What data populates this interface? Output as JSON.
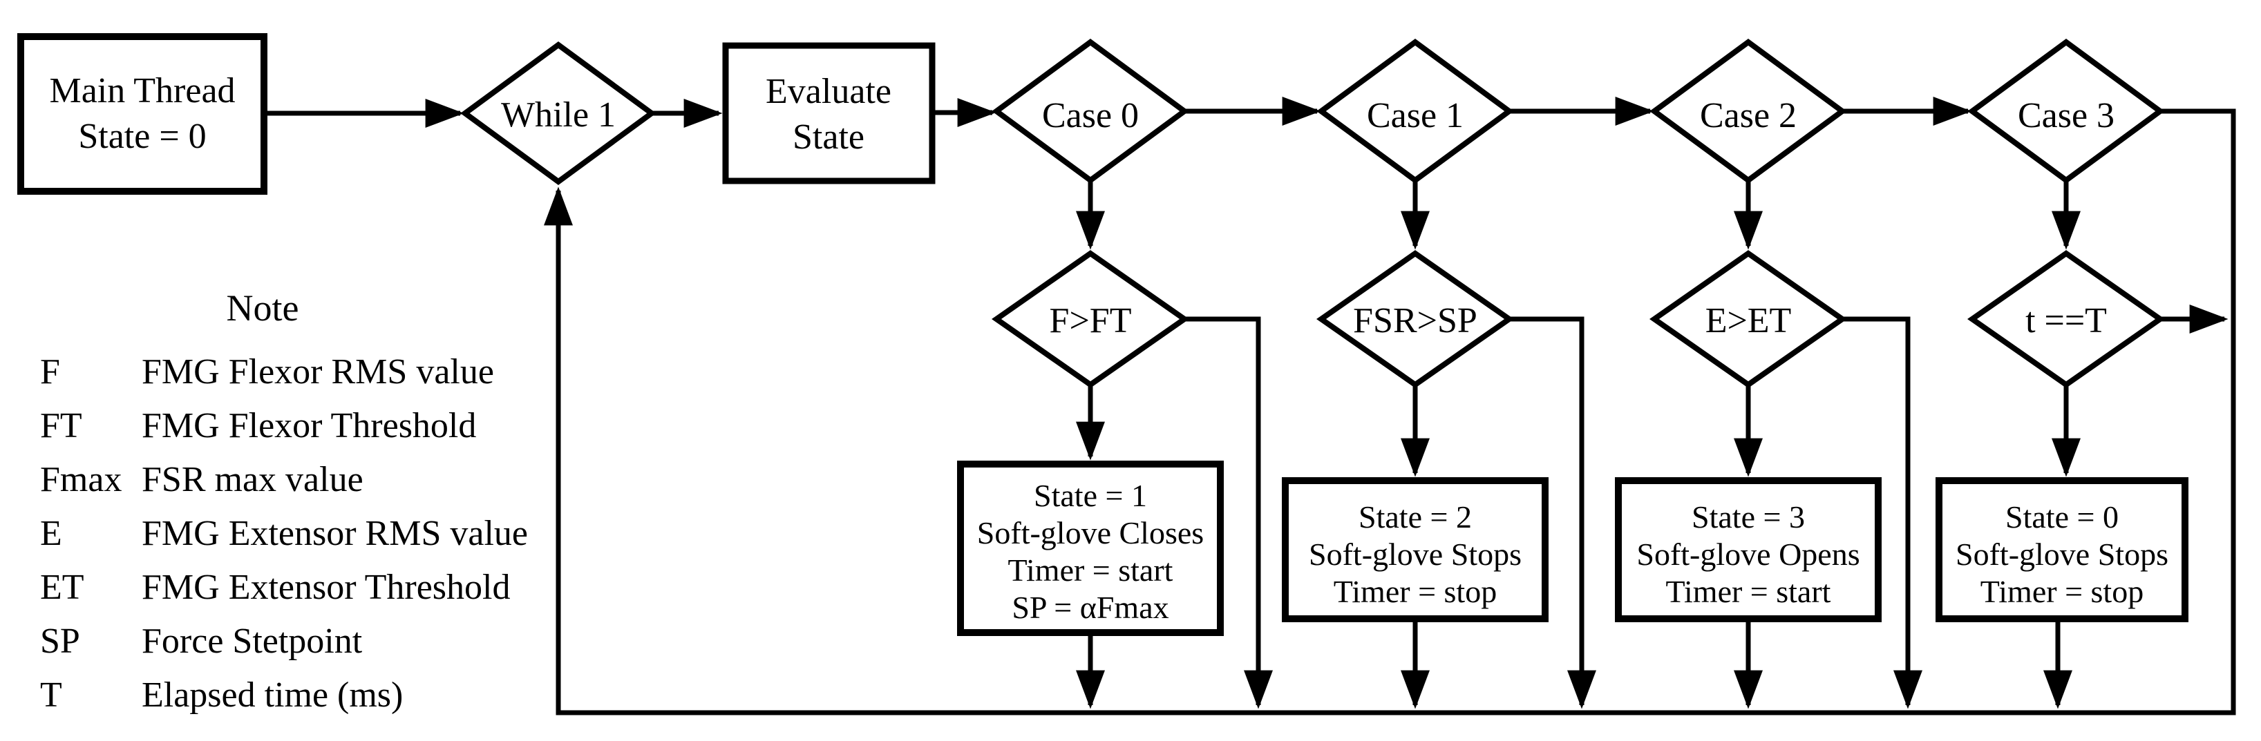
{
  "diagram": {
    "type": "flowchart",
    "colors": {
      "line": "#000000",
      "background": "#ffffff",
      "text": "#000000"
    },
    "nodes": {
      "main_thread": {
        "line1": "Main Thread",
        "line2": "State = 0"
      },
      "while_loop": {
        "label": "While 1"
      },
      "evaluate_state": {
        "line1": "Evaluate",
        "line2": "State"
      },
      "case_0": {
        "label": "Case 0"
      },
      "case_1": {
        "label": "Case 1"
      },
      "case_2": {
        "label": "Case 2"
      },
      "case_3": {
        "label": "Case 3"
      },
      "cond_0": {
        "label": "F>FT"
      },
      "cond_1": {
        "label": "FSR>SP"
      },
      "cond_2": {
        "label": "E>ET"
      },
      "cond_3": {
        "label": "t ==T"
      },
      "action_0": {
        "line1": "State = 1",
        "line2": "Soft-glove Closes",
        "line3": "Timer = start",
        "line4": "SP = αFmax"
      },
      "action_1": {
        "line1": "State = 2",
        "line2": "Soft-glove Stops",
        "line3": "Timer = stop"
      },
      "action_2": {
        "line1": "State = 3",
        "line2": "Soft-glove Opens",
        "line3": "Timer = start"
      },
      "action_3": {
        "line1": "State = 0",
        "line2": "Soft-glove Stops",
        "line3": "Timer = stop"
      }
    },
    "note": {
      "title": "Note",
      "entries": [
        {
          "symbol": "F",
          "description": "FMG Flexor RMS value"
        },
        {
          "symbol": "FT",
          "description": "FMG Flexor Threshold"
        },
        {
          "symbol": "Fmax",
          "description": "FSR max value"
        },
        {
          "symbol": "E",
          "description": "FMG Extensor RMS value"
        },
        {
          "symbol": "ET",
          "description": "FMG Extensor Threshold"
        },
        {
          "symbol": "SP",
          "description": "Force Stetpoint"
        },
        {
          "symbol": "T",
          "description": "Elapsed time (ms)"
        }
      ]
    }
  }
}
